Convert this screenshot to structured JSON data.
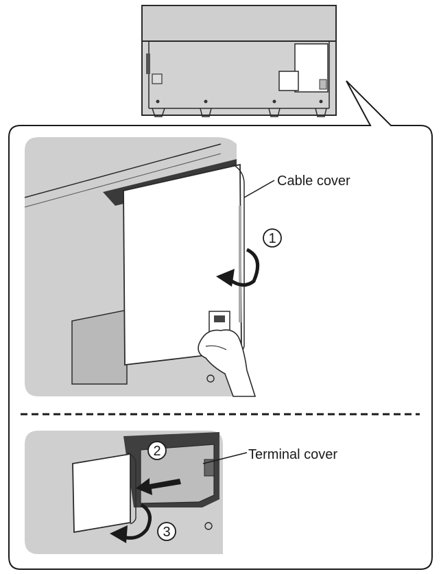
{
  "labels": {
    "cable_cover": "Cable cover",
    "terminal_cover": "Terminal cover"
  },
  "steps": [
    "①",
    "②",
    "③"
  ],
  "colors": {
    "panel_gray": "#cfcfcf",
    "cover_white": "#ffffff",
    "line": "#2a2a2a",
    "arrow": "#1a1a1a"
  }
}
